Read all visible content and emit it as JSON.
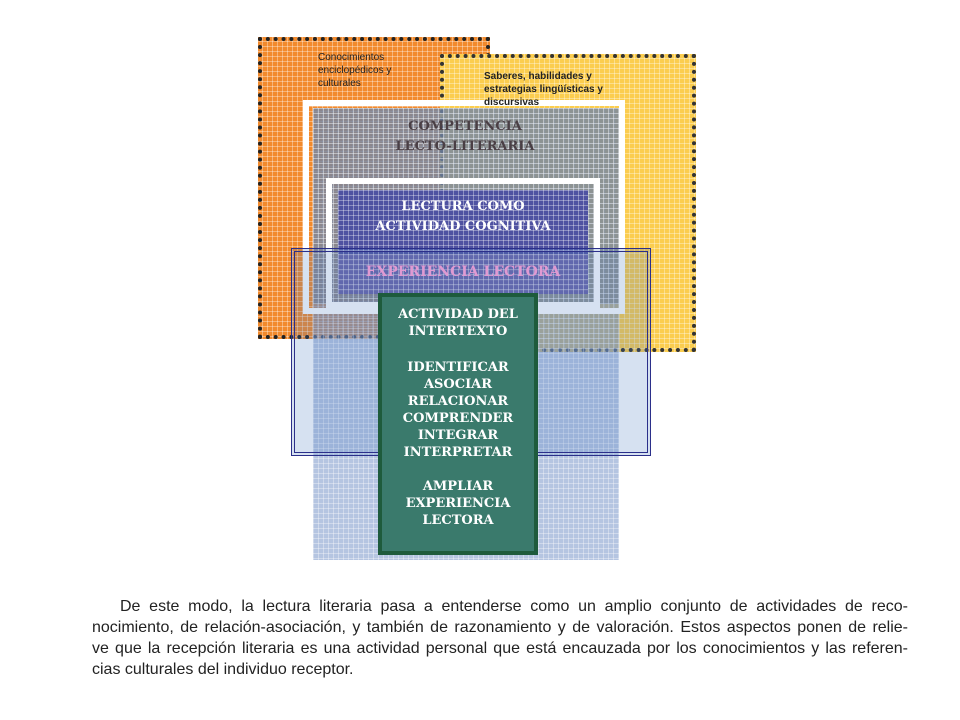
{
  "diagram": {
    "conocimientos_label": "Conocimientos enciclopédicos y culturales",
    "saberes_label": "Saberes, habilidades y estrategias lingüísticas y discursivas",
    "competencia_title": [
      "COMPETENCIA",
      "LECTO-LITERARIA"
    ],
    "lectura_title": [
      "LECTURA COMO",
      "ACTIVIDAD COGNITIVA"
    ],
    "experiencia_title": "EXPERIENCIA LECTORA",
    "intertexto_title": [
      "ACTIVIDAD DEL",
      "INTERTEXTO"
    ],
    "actions": [
      "IDENTIFICAR",
      "ASOCIAR",
      "RELACIONAR",
      "COMPRENDER",
      "INTEGRAR",
      "INTERPRETAR"
    ],
    "ampliar": [
      "AMPLIAR",
      "EXPERIENCIA",
      "LECTORA"
    ],
    "colors": {
      "orange": "#f28a2c",
      "yellow": "#fbcd4e",
      "grey_blue": "#6e7d96",
      "purple": "#4f52a1",
      "navy_border": "#2b2f8a",
      "teal": "#3a7a6c",
      "pink_text": "#e09ad2"
    }
  },
  "paragraph": {
    "lines": [
      "De este modo, la lectura literaria pasa a entenderse como un amplio conjunto de actividades de reco-",
      "nocimiento, de relación-asociación, y también de razonamiento y de valoración. Estos aspectos ponen de relie-",
      "ve que la recepción literaria es una actividad personal que está encauzada por los conocimientos y las referen-",
      "cias culturales del individuo receptor."
    ]
  }
}
